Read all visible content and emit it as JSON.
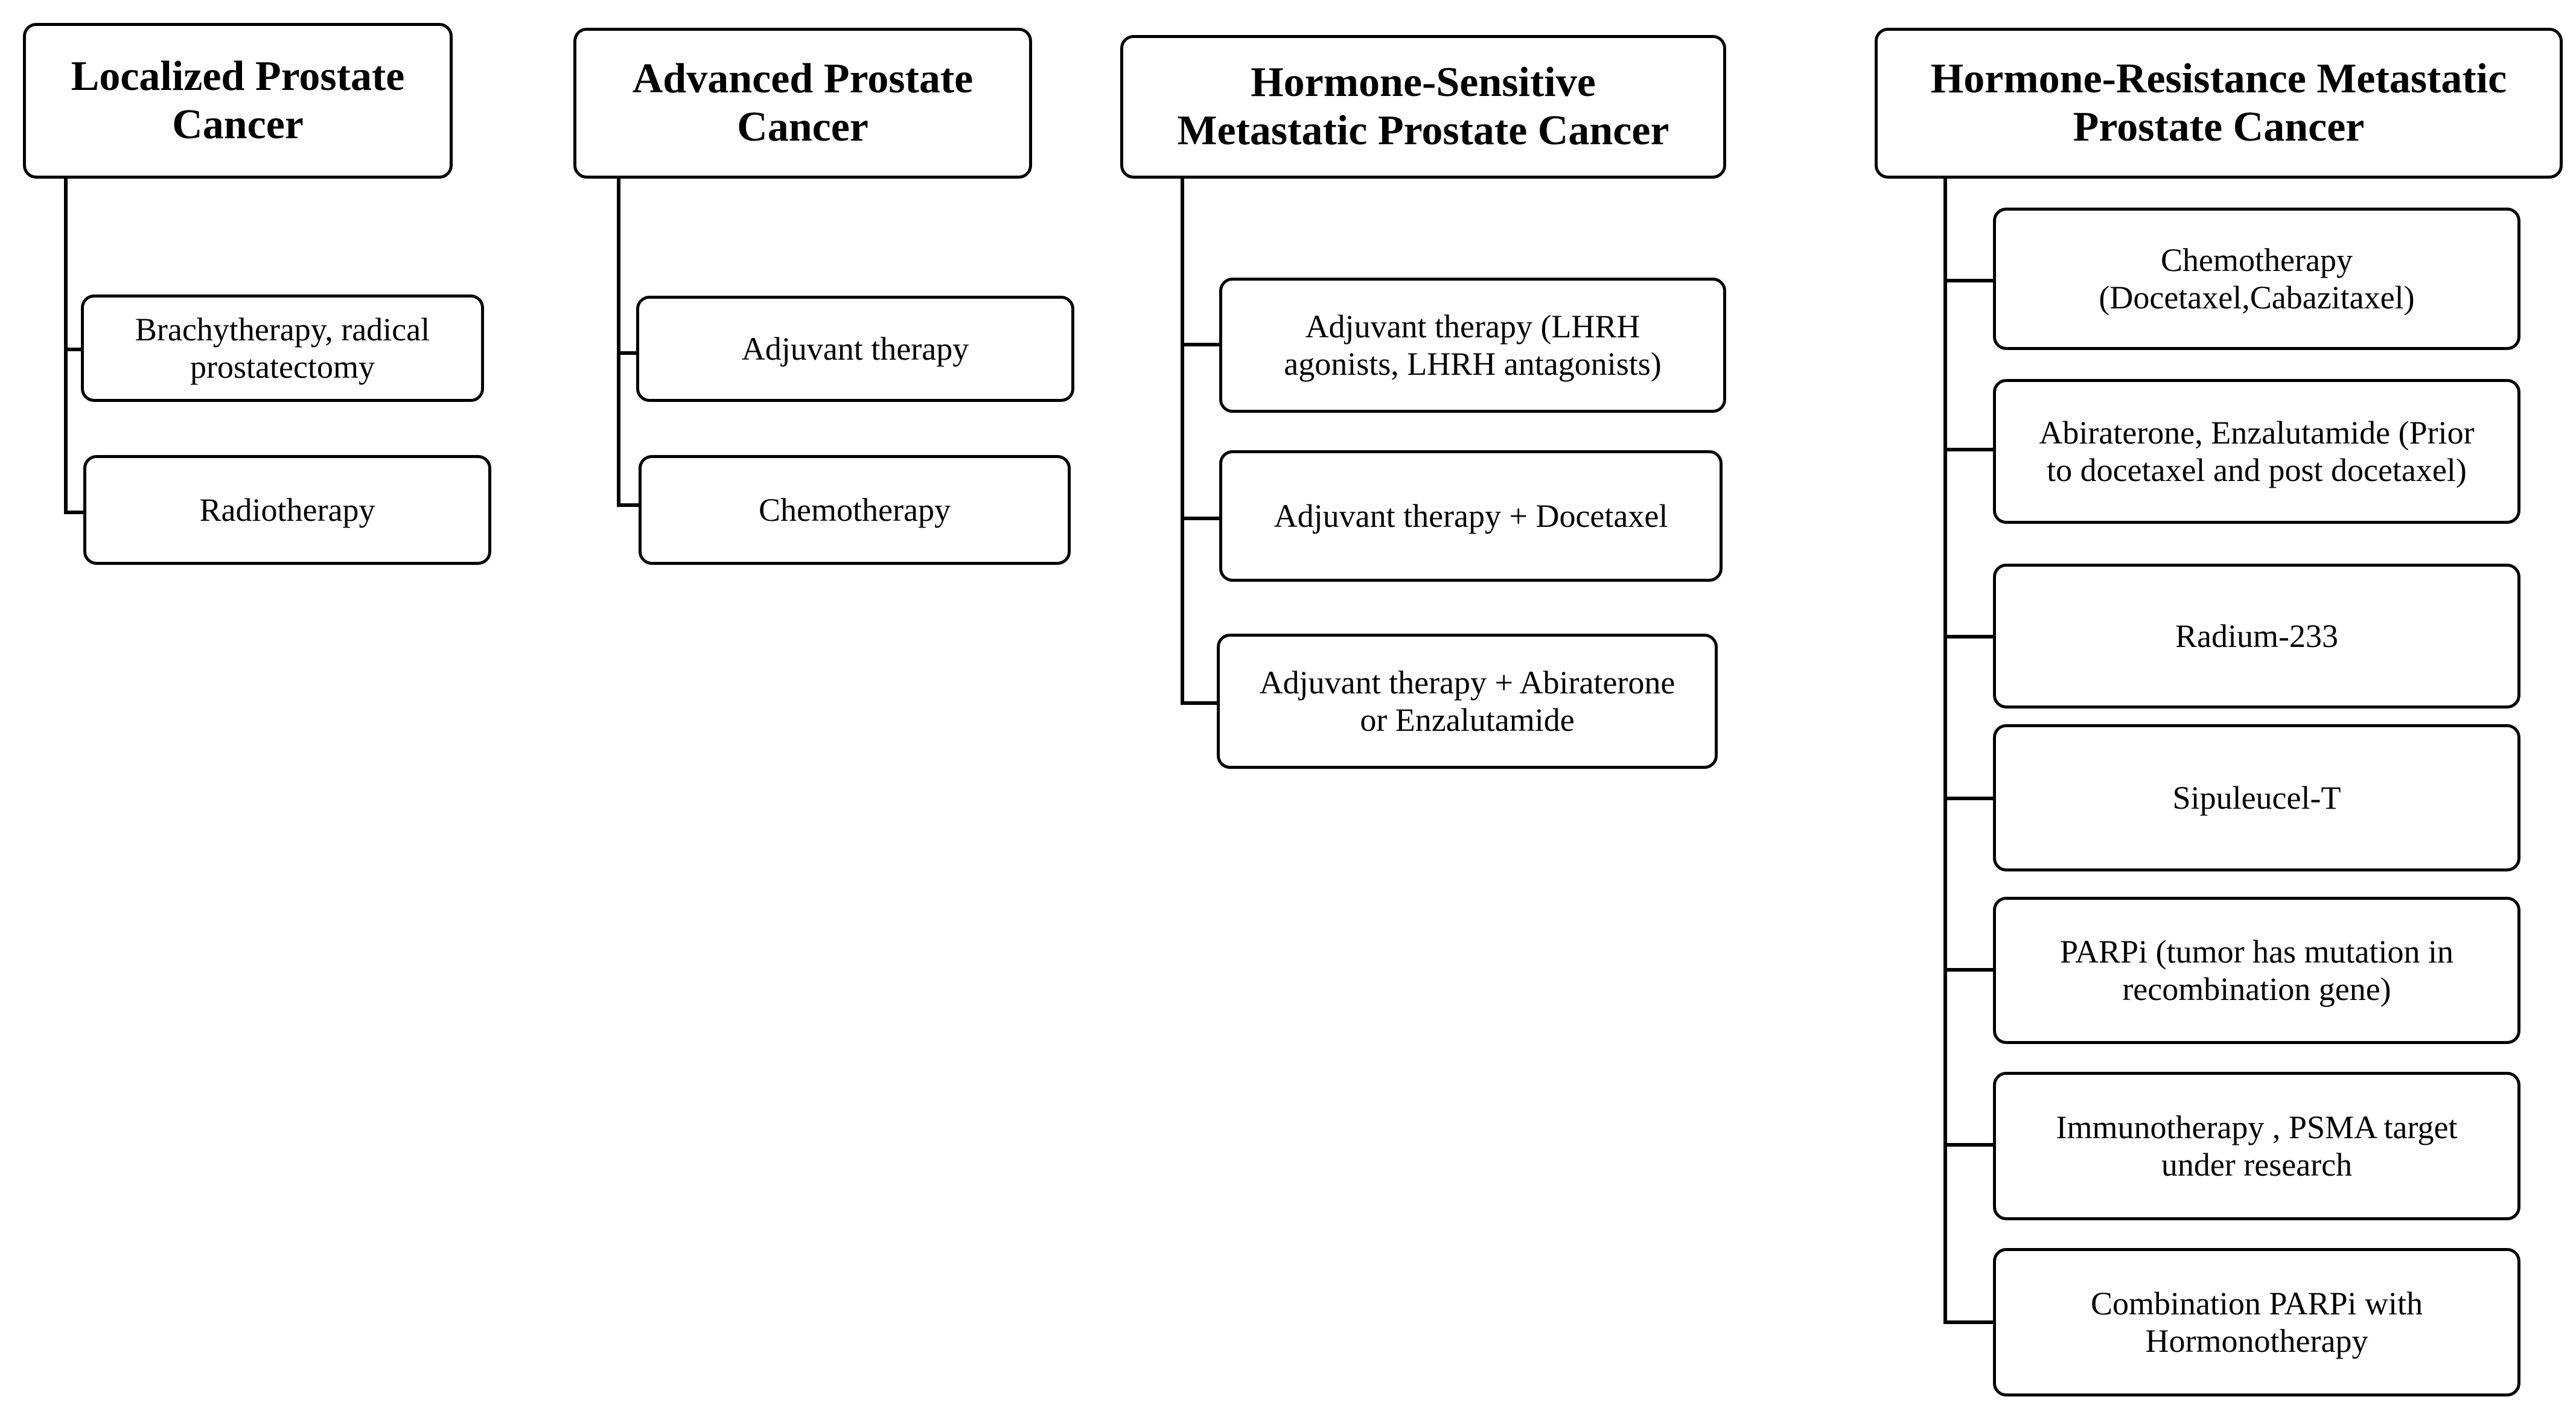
{
  "columns": [
    {
      "title": "Localized Prostate\nCancer",
      "items": [
        "Brachytherapy, radical\nprostatectomy",
        "Radiotherapy"
      ]
    },
    {
      "title": "Advanced Prostate\nCancer",
      "items": [
        "Adjuvant therapy",
        "Chemotherapy"
      ]
    },
    {
      "title": "Hormone-Sensitive\nMetastatic Prostate Cancer",
      "items": [
        "Adjuvant therapy (LHRH\nagonists, LHRH antagonists)",
        "Adjuvant therapy + Docetaxel",
        "Adjuvant therapy  + Abiraterone\nor Enzalutamide"
      ]
    },
    {
      "title": "Hormone-Resistance Metastatic\nProstate Cancer",
      "items": [
        "Chemotherapy\n(Docetaxel,Cabazitaxel)",
        "Abiraterone, Enzalutamide (Prior\nto docetaxel and post docetaxel)",
        "Radium-233",
        "Sipuleucel-T",
        "PARPi (tumor has mutation in\nrecombination gene)",
        "Immunotherapy , PSMA target\nunder research",
        "Combination PARPi with\nHormonotherapy"
      ]
    }
  ]
}
